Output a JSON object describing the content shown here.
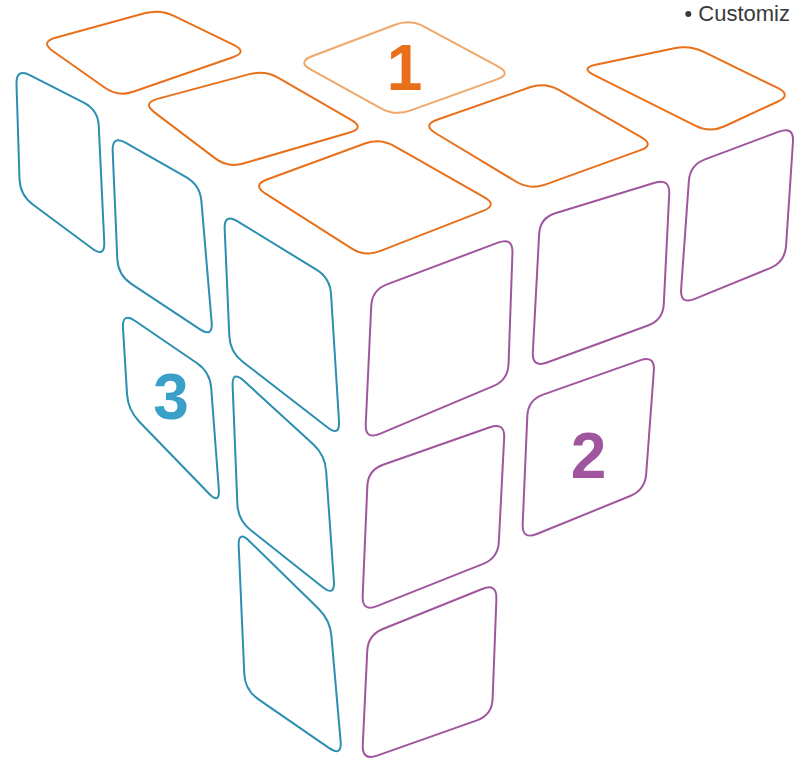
{
  "diagram": {
    "nodes": [
      {
        "text": [
          "1"
        ]
      },
      {
        "text": [
          "3"
        ]
      },
      {
        "text": [
          "2"
        ]
      }
    ],
    "labels": [
      "Customiz"
    ]
  }
}
